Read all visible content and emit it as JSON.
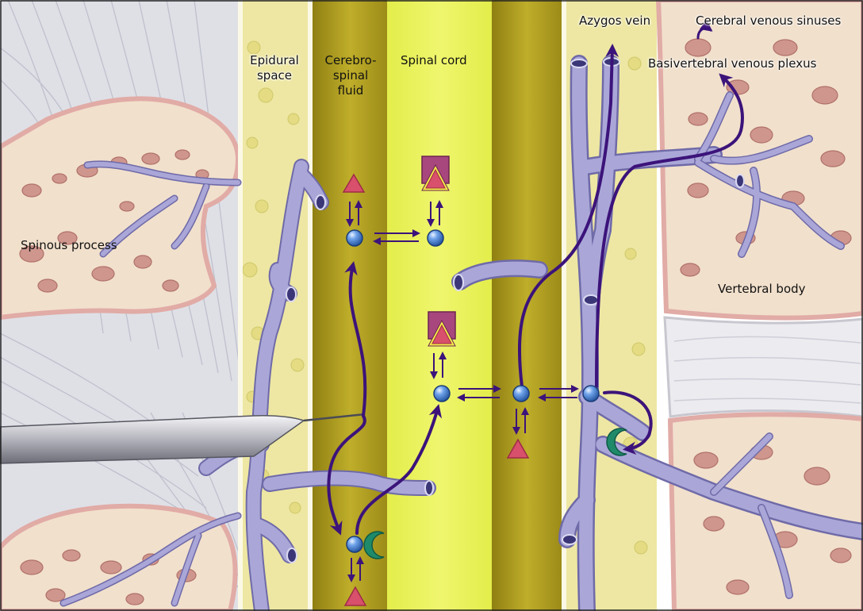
{
  "labels": {
    "epidural_space": "Epidural\nspace",
    "cerebrospinal_fluid": "Cerebro-\nspinal\nfluid",
    "spinal_cord": "Spinal cord",
    "azygos_vein": "Azygos vein",
    "cerebral_venous_sinuses": "Cerebral venous sinuses",
    "basivertebral_venous_plexus": "Basivertebral venous plexus",
    "spinous_process": "Spinous process",
    "vertebral_body": "Vertebral body"
  },
  "colors": {
    "muscle": "#dcdde3",
    "muscle_line": "#b6b8c4",
    "bone": "#f1e2cf",
    "bone_edge": "#e3b4ae",
    "marrow": "#c98d86",
    "dura": "#efe9a8",
    "csf_band": "#b7a422",
    "cord": "#eaf25a",
    "vein": "#a9a7d6",
    "vein_edge": "#6f6aa8",
    "arrow": "#3c137a",
    "triangle": "#d8506b",
    "square": "#a7477d",
    "sphere": "#3a74c9",
    "crescent": "#1f8a6a",
    "disc": "#ecebef"
  },
  "icons": [
    "drug-molecule-sphere-icon",
    "metabolite-triangle-icon",
    "receptor-square-icon",
    "binding-crescent-icon",
    "needle-icon"
  ]
}
